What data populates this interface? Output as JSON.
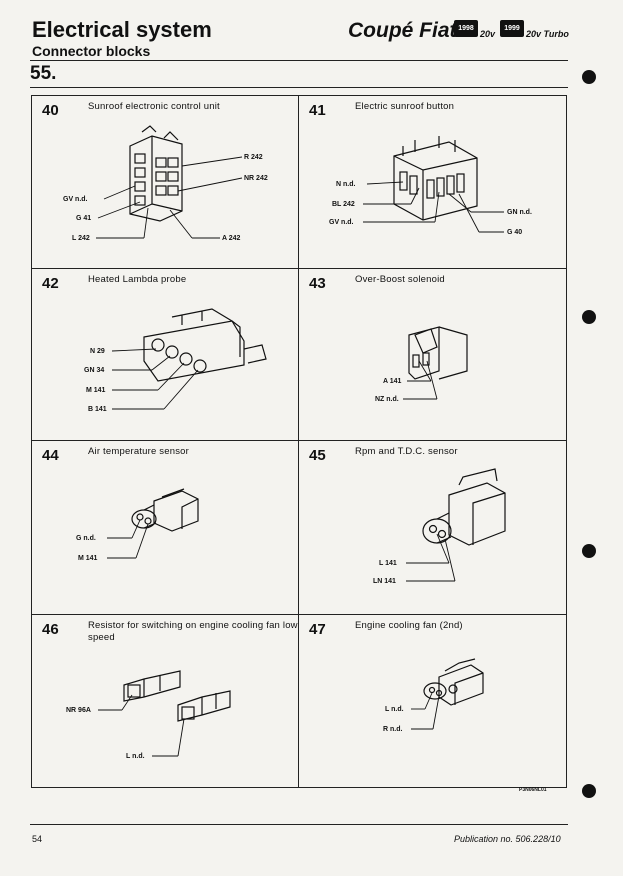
{
  "header": {
    "title": "Electrical system",
    "subtitle": "Connector blocks",
    "brand": "Coupé Fiat",
    "badges": [
      {
        "year": "1998",
        "label": "20v"
      },
      {
        "year": "1999",
        "label": "20v Turbo"
      }
    ],
    "section": "55."
  },
  "connectors": [
    {
      "num": "40",
      "title": "Sunroof electronic control unit",
      "labels": [
        "R 242",
        "NR 242",
        "GV n.d.",
        "G 41",
        "L 242",
        "A 242"
      ]
    },
    {
      "num": "41",
      "title": "Electric sunroof button",
      "labels": [
        "N n.d.",
        "BL 242",
        "GV n.d.",
        "GN n.d.",
        "G 40"
      ]
    },
    {
      "num": "42",
      "title": "Heated Lambda probe",
      "labels": [
        "N 29",
        "GN 34",
        "M 141",
        "B 141"
      ]
    },
    {
      "num": "43",
      "title": "Over-Boost solenoid",
      "labels": [
        "A 141",
        "NZ n.d."
      ]
    },
    {
      "num": "44",
      "title": "Air temperature sensor",
      "labels": [
        "G n.d.",
        "M 141"
      ]
    },
    {
      "num": "45",
      "title": "Rpm and T.D.C. sensor",
      "labels": [
        "L 141",
        "LN 141"
      ]
    },
    {
      "num": "46",
      "title": "Resistor for switching on engine cooling fan low speed",
      "labels": [
        "NR 96A",
        "L n.d."
      ]
    },
    {
      "num": "47",
      "title": "Engine cooling fan (2nd)",
      "labels": [
        "L n.d.",
        "R n.d."
      ]
    }
  ],
  "figure_ref": "P3N06NL01",
  "footer": {
    "page": "54",
    "publication": "Publication no. 506.228/10"
  }
}
